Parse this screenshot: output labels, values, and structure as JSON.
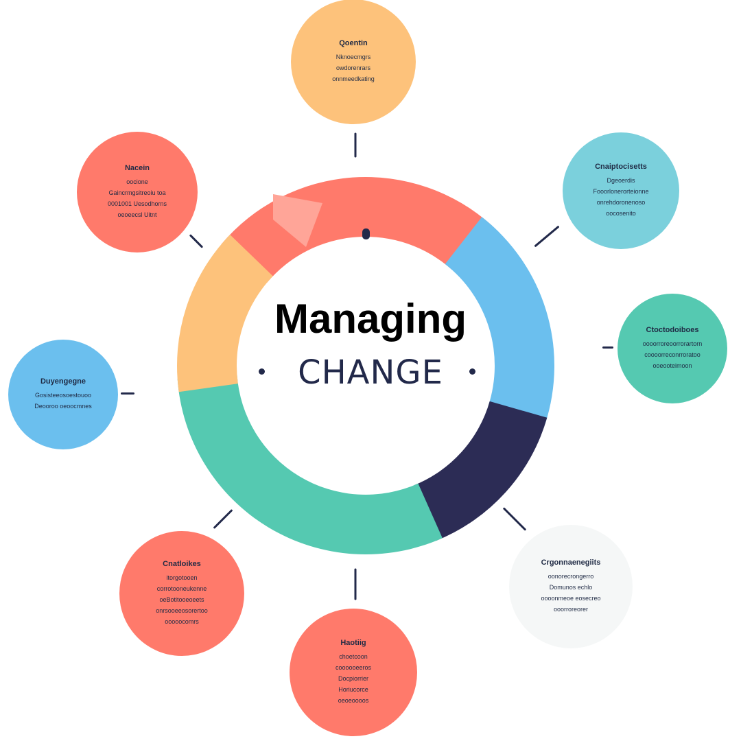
{
  "center": {
    "title": "Managing",
    "subtitle": "CHANGE"
  },
  "ring_colors": {
    "red": "#ff7a6b",
    "blue": "#6bbfee",
    "navy": "#2c2c55",
    "green": "#55c9b1",
    "yellow": "#fdc27b",
    "pink": "#ffa598"
  },
  "nodes": [
    {
      "title": "Qoentin",
      "lines": [
        "Nknoecmgrs",
        "owdorenrars",
        "onnmeedkating"
      ],
      "color": "#fdc27b"
    },
    {
      "title": "Nacein",
      "lines": [
        "oocione",
        "Gaincrmgsitreoiu toa",
        "0001001 Uesodhorns",
        "oeoeecsl Uitnt"
      ],
      "color": "#ff7a6b"
    },
    {
      "title": "Cnaiptocisetts",
      "lines": [
        "Dgeoerdis",
        "Fooorlonerorteionne",
        "onrehdoronenoso",
        "oocosenito"
      ],
      "color": "#7bd0dc"
    },
    {
      "title": "Ctoctodoiboes",
      "lines": [
        "oooorroreoorrorartorn",
        "coooorreconrroratoo",
        "ooeooteimoon"
      ],
      "color": "#55c9b1"
    },
    {
      "title": "Duyengegne",
      "lines": [
        "Gosisteeosoestouoo",
        "Deooroo oeoocmnes"
      ],
      "color": "#6bbfee"
    },
    {
      "title": "Cnatloikes",
      "lines": [
        "itorgotooen",
        "corrotooneukenne",
        "oeBotitooeoeets",
        "onrsooeeosorertoo",
        "ooooocomrs"
      ],
      "color": "#ff7a6b"
    },
    {
      "title": "Haotiig",
      "lines": [
        "choetcoon",
        "coooooeeros",
        "Docpiorrier",
        "Horiucorce",
        "oeoeoooos"
      ],
      "color": "#ff7a6b"
    },
    {
      "title": "Crgonnaenegiits",
      "lines": [
        "oonorecrongerro",
        "Domunos echlo",
        "oooonmeoe eosecreo",
        "ooorroreorer"
      ],
      "color": "#f5f7f7"
    }
  ]
}
